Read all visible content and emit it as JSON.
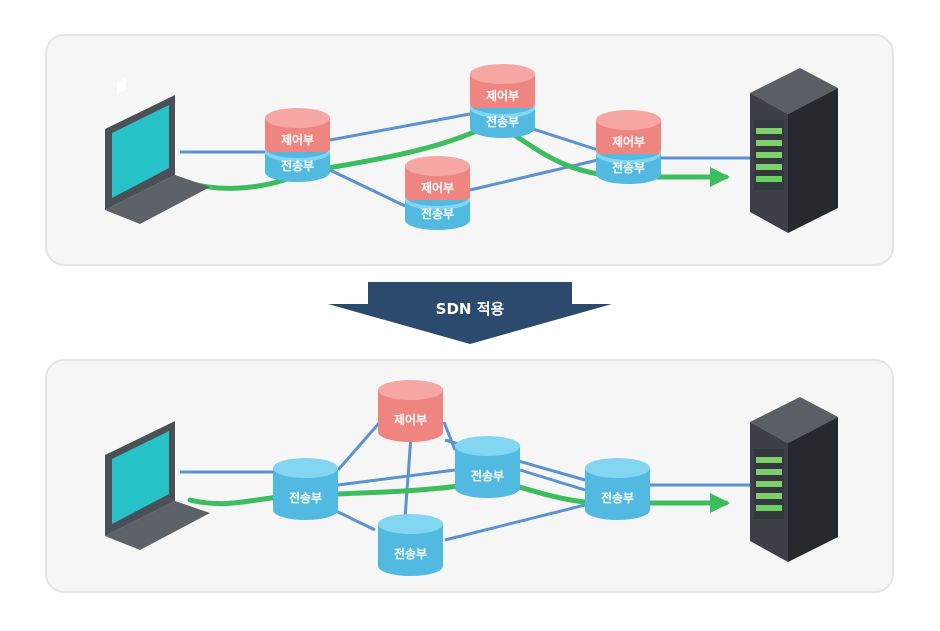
{
  "arrow_label": "SDN 적용",
  "labels": {
    "control": "제어부",
    "transport": "전송부"
  },
  "colors": {
    "panel_bg": "#f6f6f7",
    "panel_border": "#e4e4e6",
    "link": "#5b92d4",
    "flow": "#3dbd5e",
    "control_top": "#f6a7a4",
    "control_side": "#ee8580",
    "transport_top": "#82d6f2",
    "transport_side": "#52b9e0",
    "arrow": "#2c4a6d"
  },
  "diagrams": [
    {
      "title": "traditional-network",
      "nodes": [
        {
          "id": "a",
          "label_top": "제어부",
          "label_bottom": "전송부"
        },
        {
          "id": "b",
          "label_top": "제어부",
          "label_bottom": "전송부"
        },
        {
          "id": "c",
          "label_top": "제어부",
          "label_bottom": "전송부"
        },
        {
          "id": "d",
          "label_top": "제어부",
          "label_bottom": "전송부"
        }
      ]
    },
    {
      "title": "sdn-network",
      "controller": {
        "label": "제어부"
      },
      "nodes": [
        {
          "id": "a",
          "label": "전송부"
        },
        {
          "id": "b",
          "label": "전송부"
        },
        {
          "id": "c",
          "label": "전송부"
        },
        {
          "id": "d",
          "label": "전송부"
        }
      ]
    }
  ]
}
